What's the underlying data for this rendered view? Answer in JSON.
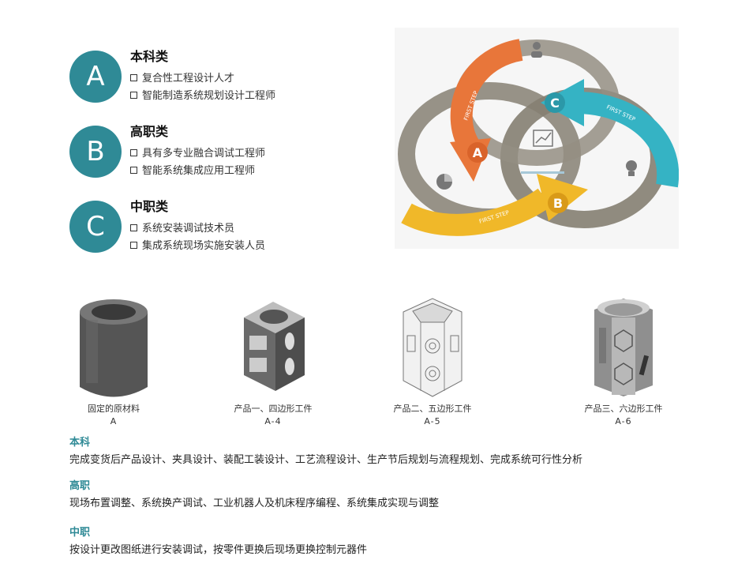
{
  "levels": [
    {
      "badge": "A",
      "title": "本科类",
      "items": [
        "复合性工程设计人才",
        "智能制造系统规划设计工程师"
      ]
    },
    {
      "badge": "B",
      "title": "高职类",
      "items": [
        "具有多专业融合调试工程师",
        "智能系统集成应用工程师"
      ]
    },
    {
      "badge": "C",
      "title": "中职类",
      "items": [
        "系统安装调试技术员",
        "集成系统现场实施安装人员"
      ]
    }
  ],
  "diagram": {
    "labels": [
      "A",
      "B",
      "C"
    ],
    "arrow_text": "FIRST STEP"
  },
  "parts": [
    {
      "label": "固定的原材料",
      "code": "A"
    },
    {
      "label": "产品一、四边形工件",
      "code": "A-4"
    },
    {
      "label": "产品二、五边形工件",
      "code": "A-5"
    },
    {
      "label": "产品三、六边形工件",
      "code": "A-6"
    }
  ],
  "sections": [
    {
      "heading": "本科",
      "text": "完成变货后产品设计、夹具设计、装配工装设计、工艺流程设计、生产节后规划与流程规划、完成系统可行性分析"
    },
    {
      "heading": "高职",
      "text": "现场布置调整、系统换产调试、工业机器人及机床程序编程、系统集成实现与调整"
    },
    {
      "heading": "中职",
      "text": "按设计更改图纸进行安装调试，按零件更换后现场更换控制元器件"
    }
  ],
  "colors": {
    "teal": "#2f8a96",
    "orange": "#e8763a",
    "cyan": "#35b3c4",
    "yellow": "#f0b829",
    "band": "#8d877b"
  }
}
